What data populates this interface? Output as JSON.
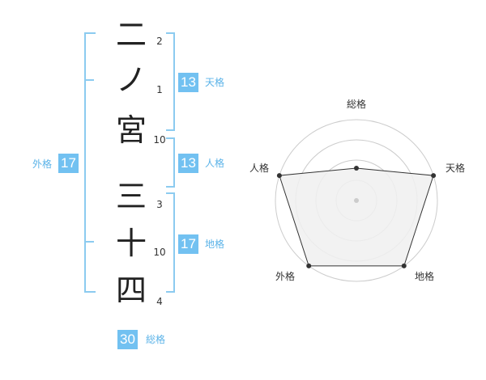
{
  "name": {
    "chars": [
      "二",
      "ノ",
      "宮",
      "三",
      "十",
      "四"
    ],
    "strokes": [
      "2",
      "1",
      "10",
      "3",
      "10",
      "4"
    ]
  },
  "fortune": {
    "ten": {
      "label": "天格",
      "value": "13"
    },
    "jin": {
      "label": "人格",
      "value": "13"
    },
    "chi": {
      "label": "地格",
      "value": "17"
    },
    "gai": {
      "label": "外格",
      "value": "17"
    },
    "sou": {
      "label": "総格",
      "value": "30"
    }
  },
  "chart_data": {
    "type": "radar",
    "axes": [
      "総格",
      "天格",
      "地格",
      "外格",
      "人格"
    ],
    "values": [
      2,
      5,
      5,
      5,
      5
    ],
    "rmax": 5,
    "rings": 4,
    "colors": {
      "fill": "#f0f0f0",
      "line": "#333333",
      "ring": "#cccccc"
    }
  }
}
